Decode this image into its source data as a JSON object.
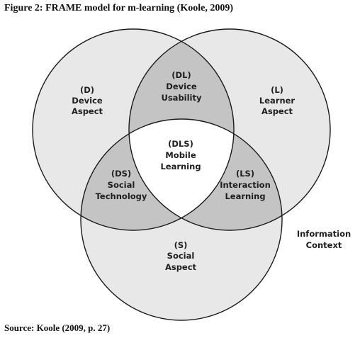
{
  "figure": {
    "title": "Figure 2: FRAME model for m-learning (Koole, 2009)",
    "source": "Source: Koole (2009, p. 27)"
  },
  "colors": {
    "single_region": "#e8e8e8",
    "pair_overlap": "#c4c4c4",
    "center": "#ffffff",
    "outline": "#1a1a1a",
    "text": "#1e1e1e"
  },
  "regions": {
    "device": {
      "code": "(D)",
      "line1": "Device",
      "line2": "Aspect"
    },
    "learner": {
      "code": "(L)",
      "line1": "Learner",
      "line2": "Aspect"
    },
    "social": {
      "code": "(S)",
      "line1": "Social",
      "line2": "Aspect"
    },
    "device_learner": {
      "code": "(DL)",
      "line1": "Device",
      "line2": "Usability"
    },
    "device_social": {
      "code": "(DS)",
      "line1": "Social",
      "line2": "Technology"
    },
    "learner_social": {
      "code": "(LS)",
      "line1": "Interaction",
      "line2": "Learning"
    },
    "center": {
      "code": "(DLS)",
      "line1": "Mobile",
      "line2": "Learning"
    }
  },
  "context_label": {
    "line1": "Information",
    "line2": "Context"
  }
}
